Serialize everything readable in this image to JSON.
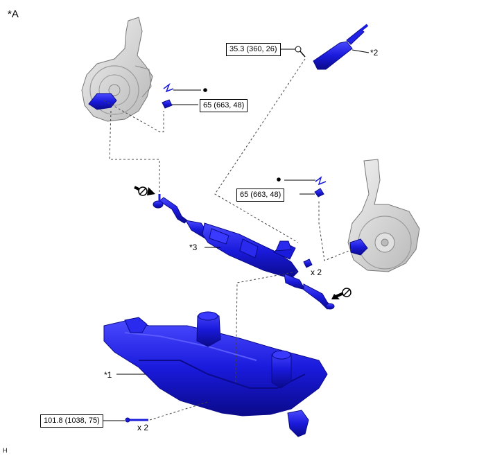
{
  "view_label": "*A",
  "corner_code": "H",
  "callouts": {
    "part1": "*1",
    "part2": "*2",
    "part3": "*3"
  },
  "torques": {
    "tie_rod_left": "65 (663, 48)",
    "tie_rod_right": "65 (663, 48)",
    "intermediate_shaft": "35.3 (360, 26)",
    "crossmember_bolt": "101.8 (1038, 75)"
  },
  "quantities": {
    "rack_nuts": "x 2",
    "crossmember_bolts": "x 2"
  },
  "colors": {
    "part_blue": "#1a1adc",
    "part_blue_dark": "#0a0a8a",
    "knuckle_gray": "#d4d4d4",
    "line": "#000000"
  }
}
